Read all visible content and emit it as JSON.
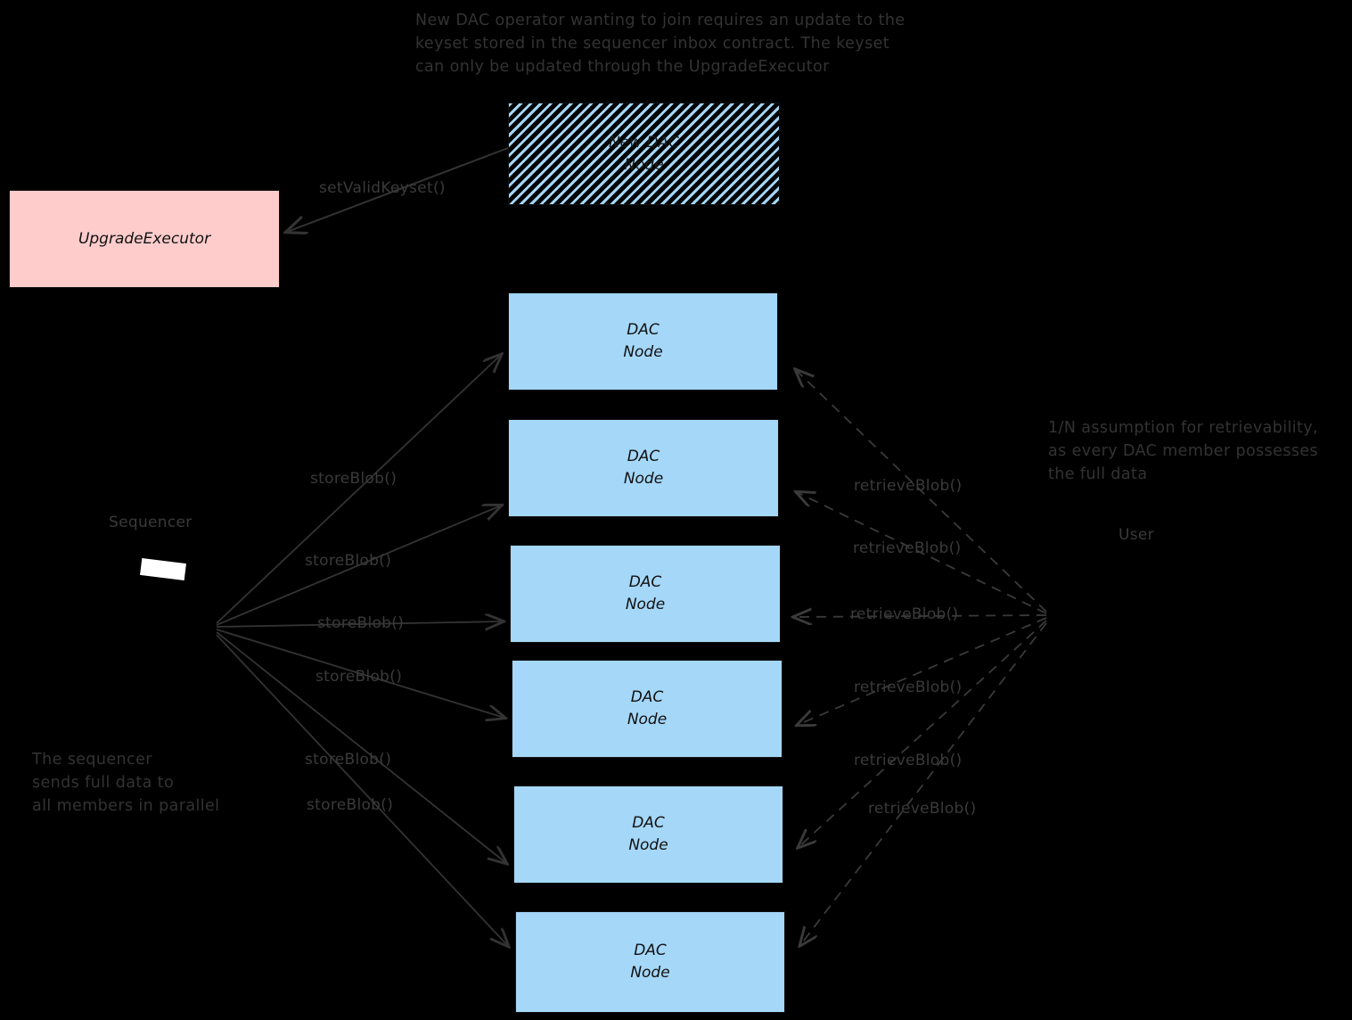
{
  "diagram": {
    "title_note": "New DAC operator wanting to join requires an update to the\nkeyset stored in the sequencer inbox contract. The keyset\ncan only be updated through the UpgradeExecutor",
    "sequencer_note": "The sequencer\nsends full data to\nall members in parallel",
    "retrievability_note": "1/N assumption for retrievability,\nas every DAC member possesses\nthe full data"
  },
  "actors": {
    "sequencer_label": "Sequencer",
    "user_label": "User"
  },
  "boxes": {
    "upgrade_executor": {
      "label": "UpgradeExecutor",
      "fill": "#ffcccc"
    },
    "new_dac_node": {
      "line1": "New DAC",
      "line2": "Node",
      "fill": "#a5d7f8",
      "pattern": "diagonal-hatch"
    },
    "dac_nodes": [
      {
        "line1": "DAC",
        "line2": "Node"
      },
      {
        "line1": "DAC",
        "line2": "Node"
      },
      {
        "line1": "DAC",
        "line2": "Node"
      },
      {
        "line1": "DAC",
        "line2": "Node"
      },
      {
        "line1": "DAC",
        "line2": "Node"
      },
      {
        "line1": "DAC",
        "line2": "Node"
      }
    ],
    "dac_node_fill": "#a5d7f8"
  },
  "edges": {
    "set_valid_keyset": "setValidKeyset()",
    "store_blob": [
      "storeBlob()",
      "storeBlob()",
      "storeBlob()",
      "storeBlob()",
      "storeBlob()",
      "storeBlob()"
    ],
    "retrieve_blob": [
      "retrieveBlob()",
      "retrieveBlob()",
      "retrieveBlob()",
      "retrieveBlob()",
      "retrieveBlob()",
      "retrieveBlob()"
    ]
  },
  "colors": {
    "background": "#000000",
    "node_blue": "#a5d7f8",
    "executor_pink": "#ffcccc",
    "stroke": "#333333",
    "text_dark": "#111111"
  }
}
